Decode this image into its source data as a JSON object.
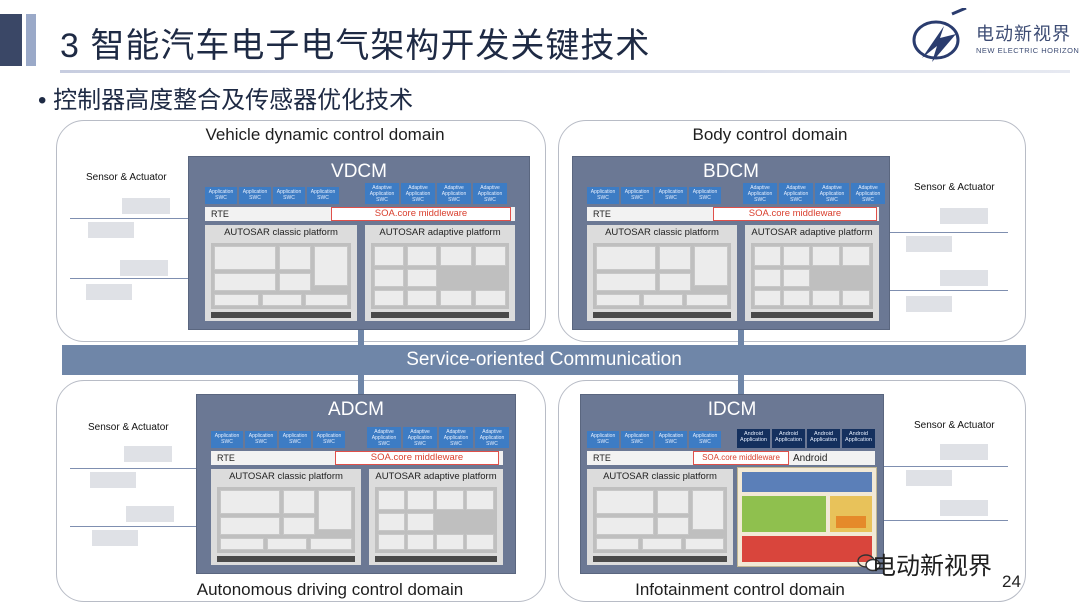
{
  "header": {
    "title": "3 智能汽车电子电气架构开发关键技术",
    "subtitle": "• 控制器高度整合及传感器优化技术",
    "logo_cn": "电动新视界",
    "logo_en": "NEW ELECTRIC HORIZON"
  },
  "service_bar": "Service-oriented Communication",
  "domains": {
    "vdcm": {
      "label": "Vehicle dynamic control domain",
      "ecu": "VDCM"
    },
    "bdcm": {
      "label": "Body control domain",
      "ecu": "BDCM"
    },
    "adcm": {
      "label": "Autonomous driving control domain",
      "ecu": "ADCM"
    },
    "idcm": {
      "label": "Infotainment control domain",
      "ecu": "IDCM"
    }
  },
  "labels": {
    "sensor_actuator": "Sensor & Actuator",
    "rte": "RTE",
    "soa": "SOA.core middleware",
    "classic": "AUTOSAR classic platform",
    "adaptive": "AUTOSAR adaptive platform",
    "android": "Android",
    "app_swc": "Application SWC",
    "adp_swc": "Adaptive Application SWC",
    "android_app": "Android Application"
  },
  "watermark": "电动新视界",
  "page_number": "24",
  "colors": {
    "ecu_bg": "#6b7894",
    "app_blue": "#3d7cc4",
    "android_navy": "#14305e",
    "soa_red": "#d9402f",
    "service_bar": "#6f86a8"
  }
}
